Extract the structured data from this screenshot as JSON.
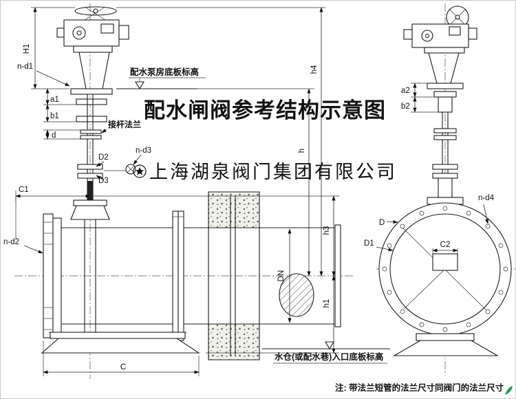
{
  "title": "配水闸阀参考结构示意图",
  "company": "上海湖泉阀门集团有限公司",
  "note": "注: 带法兰短管的法兰尺寸同阀门的法兰尺寸",
  "annotations": {
    "pump_floor": "配水泵房底板标高",
    "rod_flange": "接杆法兰",
    "inlet_floor": "水仓(或配水巷)入口底板标高"
  },
  "dims": {
    "H1": "H1",
    "n_d1": "n-d1",
    "a1": "a1",
    "b1": "b1",
    "d": "d",
    "D2": "D2",
    "n_d3": "n-d3",
    "D3": "D3",
    "C1": "C1",
    "n_d2": "n-d2",
    "C": "C",
    "DN": "DN",
    "h1": "h1",
    "h3": "h3",
    "h": "h",
    "h4": "h4",
    "a2": "a2",
    "b2": "b2",
    "n_d4": "n-d4",
    "D": "D",
    "D1": "D1",
    "C2": "C2"
  },
  "colors": {
    "title": "#ee1509",
    "line": "#1a1a1a",
    "badge": "#1fa04a"
  }
}
